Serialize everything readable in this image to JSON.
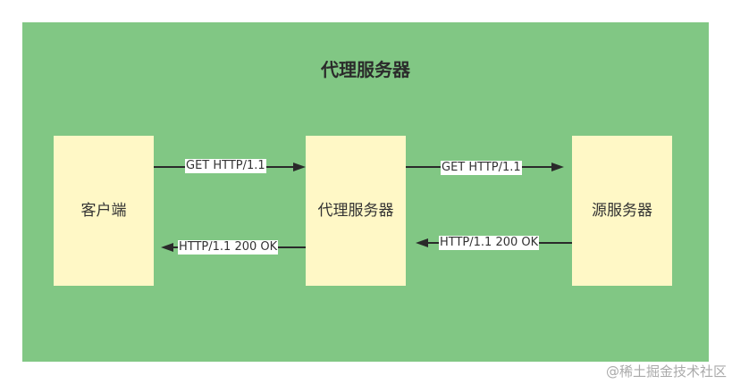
{
  "diagram": {
    "title": "代理服务器",
    "nodes": [
      {
        "id": "client",
        "label": "客户端"
      },
      {
        "id": "proxy",
        "label": "代理服务器"
      },
      {
        "id": "origin",
        "label": "源服务器"
      }
    ],
    "edges": [
      {
        "from": "client",
        "to": "proxy",
        "label": "GET HTTP/1.1"
      },
      {
        "from": "proxy",
        "to": "origin",
        "label": "GET HTTP/1.1"
      },
      {
        "from": "origin",
        "to": "proxy",
        "label": "HTTP/1.1 200 OK"
      },
      {
        "from": "proxy",
        "to": "client",
        "label": "HTTP/1.1 200 OK"
      }
    ],
    "colors": {
      "container": "#81c784",
      "node": "#fff8c6",
      "arrow": "#2a2a2a"
    }
  },
  "watermark": "@稀土掘金技术社区"
}
